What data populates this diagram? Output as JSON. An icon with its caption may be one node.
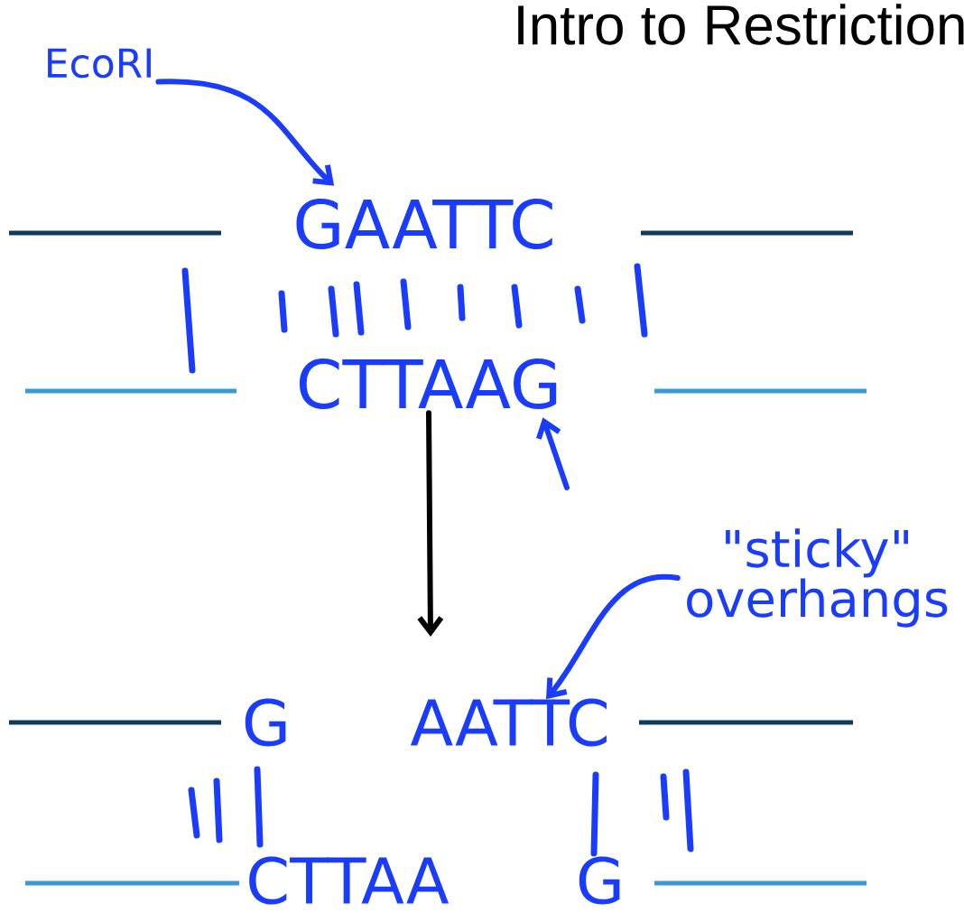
{
  "diagram": {
    "title": "Intro to Restriction",
    "nodes": [
      {
        "text": [
          "EcoRI"
        ]
      },
      {
        "text": [
          "GAATTC"
        ]
      },
      {
        "text": [
          "CTTAAG"
        ]
      },
      {
        "text": [
          "G"
        ]
      },
      {
        "text": [
          "AATTC"
        ]
      },
      {
        "text": [
          "CTTAA"
        ]
      },
      {
        "text": [
          "G"
        ]
      },
      {
        "text": [
          "\"sticky\" overhangs"
        ]
      }
    ],
    "edges": [
      {
        "from": 0,
        "to": 1,
        "arrow": "to"
      },
      {
        "from": null,
        "to": 2,
        "arrow": "to"
      },
      {
        "from": 2,
        "to": null,
        "arrow": "to",
        "color": "#000000"
      },
      {
        "from": 7,
        "to": 4,
        "arrow": "to"
      }
    ]
  }
}
